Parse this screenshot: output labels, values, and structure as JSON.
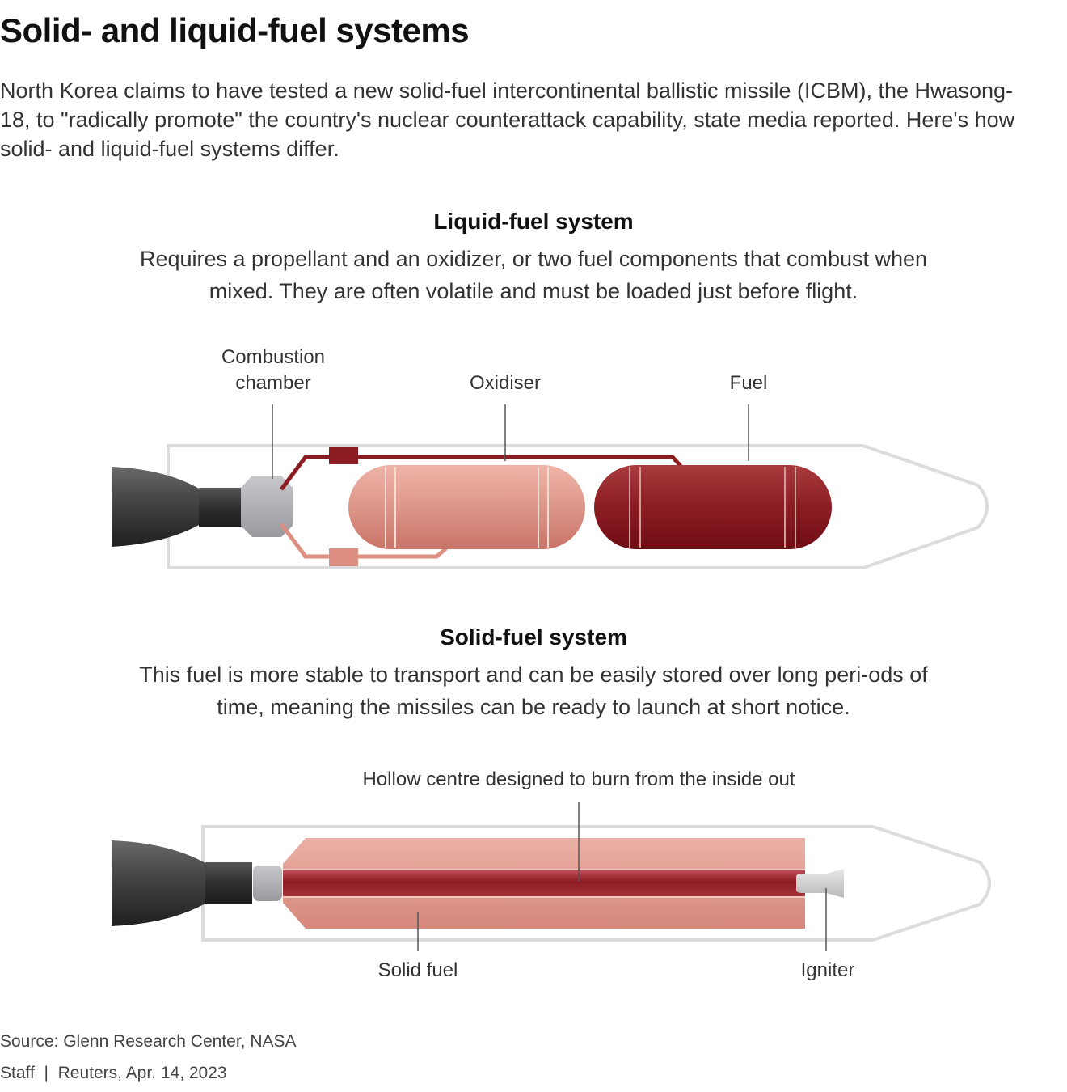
{
  "header": {
    "title": "Solid- and liquid-fuel systems",
    "intro": "North Korea claims to have tested a new solid-fuel intercontinental ballistic missile (ICBM), the Hwasong-18, to \"radically promote\" the country's nuclear counterattack capability, state media reported. Here's how solid- and liquid-fuel systems differ."
  },
  "liquid": {
    "title": "Liquid-fuel system",
    "description": "Requires a propellant and an oxidizer, or two fuel components that combust when mixed. They are often volatile and must be loaded just before flight.",
    "labels": {
      "combustion_line1": "Combustion",
      "combustion_line2": "chamber",
      "oxidiser": "Oxidiser",
      "fuel": "Fuel"
    }
  },
  "solid": {
    "title": "Solid-fuel system",
    "description": "This fuel is more stable to transport and can be easily stored over long peri-ods of time, meaning the missiles can be ready to launch at short notice.",
    "labels": {
      "hollow": "Hollow centre designed to burn from the inside out",
      "solid_fuel": "Solid fuel",
      "igniter": "Igniter"
    }
  },
  "footer": {
    "source": "Source: Glenn Research Center, NASA",
    "credit": "Staff  |  Reuters, Apr. 14, 2023"
  },
  "colors": {
    "oxidiser": "#dd978a",
    "fuel": "#8b1d22",
    "solid_fuel": "#e09c90",
    "hollow_core": "#8c1c24",
    "nozzle": "#3c3c3c",
    "chamber": "#b4b4b8",
    "outline": "#dcdcdc"
  },
  "icons": [
    "nozzle-icon",
    "combustion-chamber-icon",
    "igniter-icon"
  ]
}
